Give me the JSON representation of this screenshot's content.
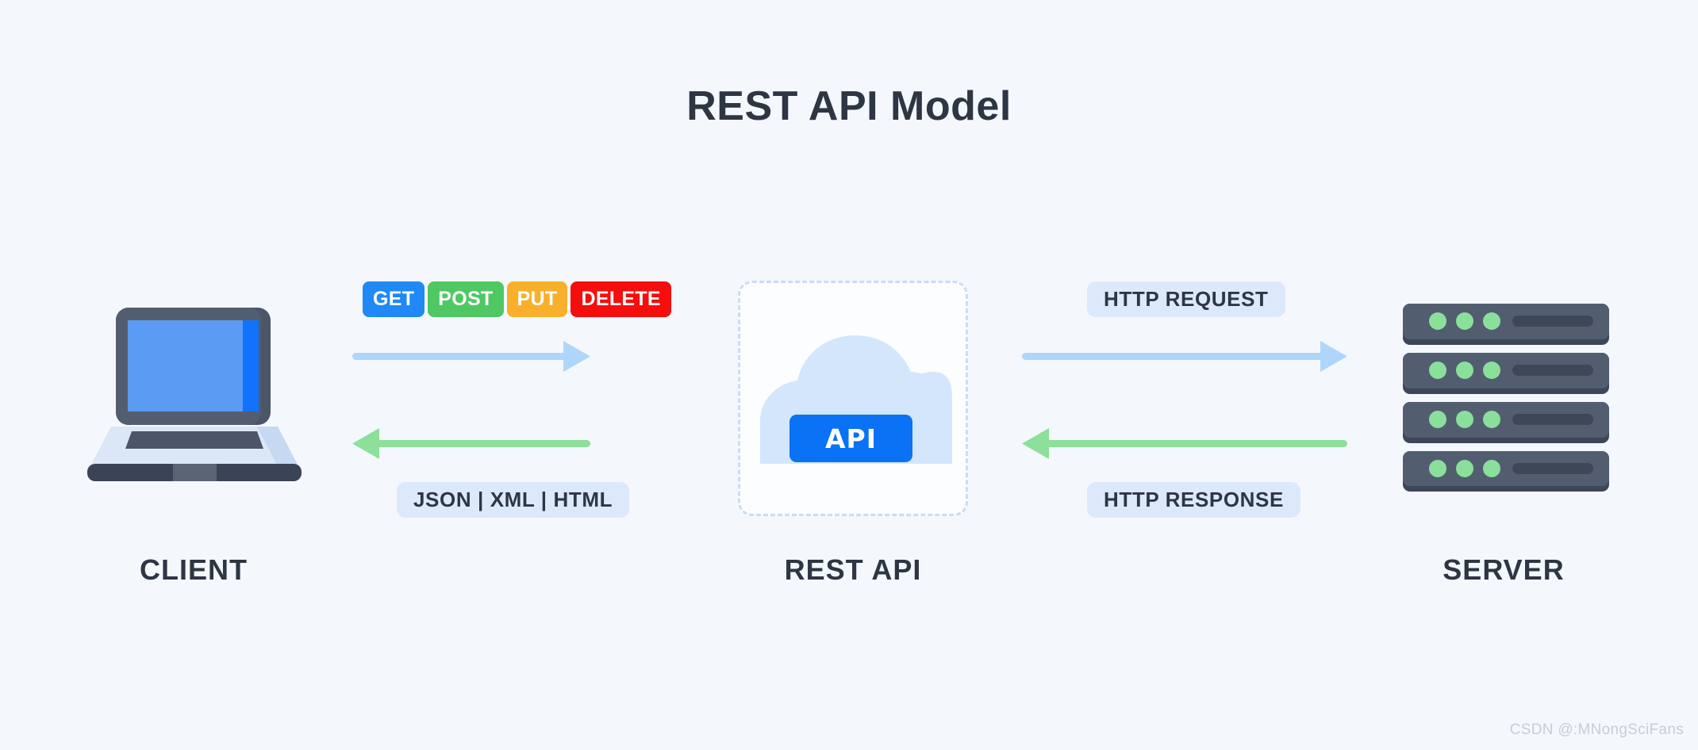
{
  "diagram": {
    "title": "REST API Model",
    "background_color": "#f4f8fd",
    "text_color": "#2e3643",
    "watermark": "CSDN @:MNongSciFans"
  },
  "nodes": {
    "client": {
      "label": "CLIENT",
      "icon": "laptop-icon"
    },
    "rest_api": {
      "label": "REST API",
      "icon": "cloud-icon",
      "badge": "API",
      "badge_color": "#0a72f5",
      "cloud_color": "#d3e6fb",
      "border_style": "dashed",
      "border_color": "#c9ddf6"
    },
    "server": {
      "label": "SERVER",
      "icon": "server-rack-icon",
      "unit_count": 4,
      "led_color": "#8ae09a"
    }
  },
  "methods": [
    {
      "label": "GET",
      "color": "#2089f5"
    },
    {
      "label": "POST",
      "color": "#4fc863"
    },
    {
      "label": "PUT",
      "color": "#f8b02a"
    },
    {
      "label": "DELETE",
      "color": "#f60d0d"
    }
  ],
  "flows": {
    "client_to_api": {
      "label": "GET | POST | PUT | DELETE",
      "arrow_color": "#aed6fb",
      "direction": "right"
    },
    "api_to_client": {
      "label": "JSON  |  XML  |  HTML",
      "arrow_color": "#8ce09a",
      "direction": "left"
    },
    "api_to_server": {
      "label": "HTTP REQUEST",
      "arrow_color": "#aed6fb",
      "direction": "right"
    },
    "server_to_api": {
      "label": "HTTP RESPONSE",
      "arrow_color": "#8ce09a",
      "direction": "left"
    }
  }
}
